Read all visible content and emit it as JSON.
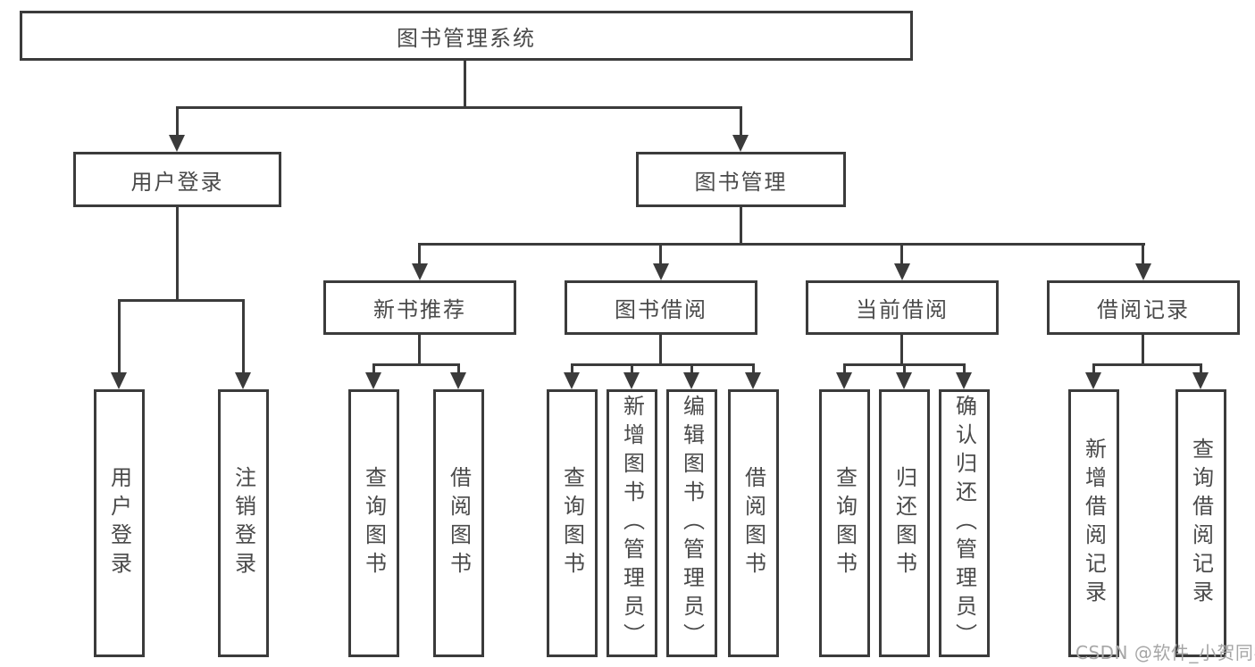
{
  "diagram": {
    "root": {
      "label": "图书管理系统"
    },
    "branches": {
      "user_login": {
        "label": "用户登录",
        "children": [
          {
            "label": "用户登录"
          },
          {
            "label": "注销登录"
          }
        ]
      },
      "book_management": {
        "label": "图书管理",
        "sections": [
          {
            "label": "新书推荐",
            "children": [
              {
                "label": "查询图书"
              },
              {
                "label": "借阅图书"
              }
            ]
          },
          {
            "label": "图书借阅",
            "children": [
              {
                "label": "查询图书"
              },
              {
                "label": "新增图书（管理员）"
              },
              {
                "label": "编辑图书（管理员）"
              },
              {
                "label": "借阅图书"
              }
            ]
          },
          {
            "label": "当前借阅",
            "children": [
              {
                "label": "查询图书"
              },
              {
                "label": "归还图书"
              },
              {
                "label": "确认归还（管理员）"
              }
            ]
          },
          {
            "label": "借阅记录",
            "children": [
              {
                "label": "新增借阅记录"
              },
              {
                "label": "查询借阅记录"
              }
            ]
          }
        ]
      }
    },
    "watermark": "CSDN @软件_小贺同学",
    "colors": {
      "line": "#3b3b3b",
      "box_background": "#ffffff",
      "text": "#4a4a4a",
      "watermark": "#a6a6a6",
      "page_background": "#ffffff"
    }
  }
}
